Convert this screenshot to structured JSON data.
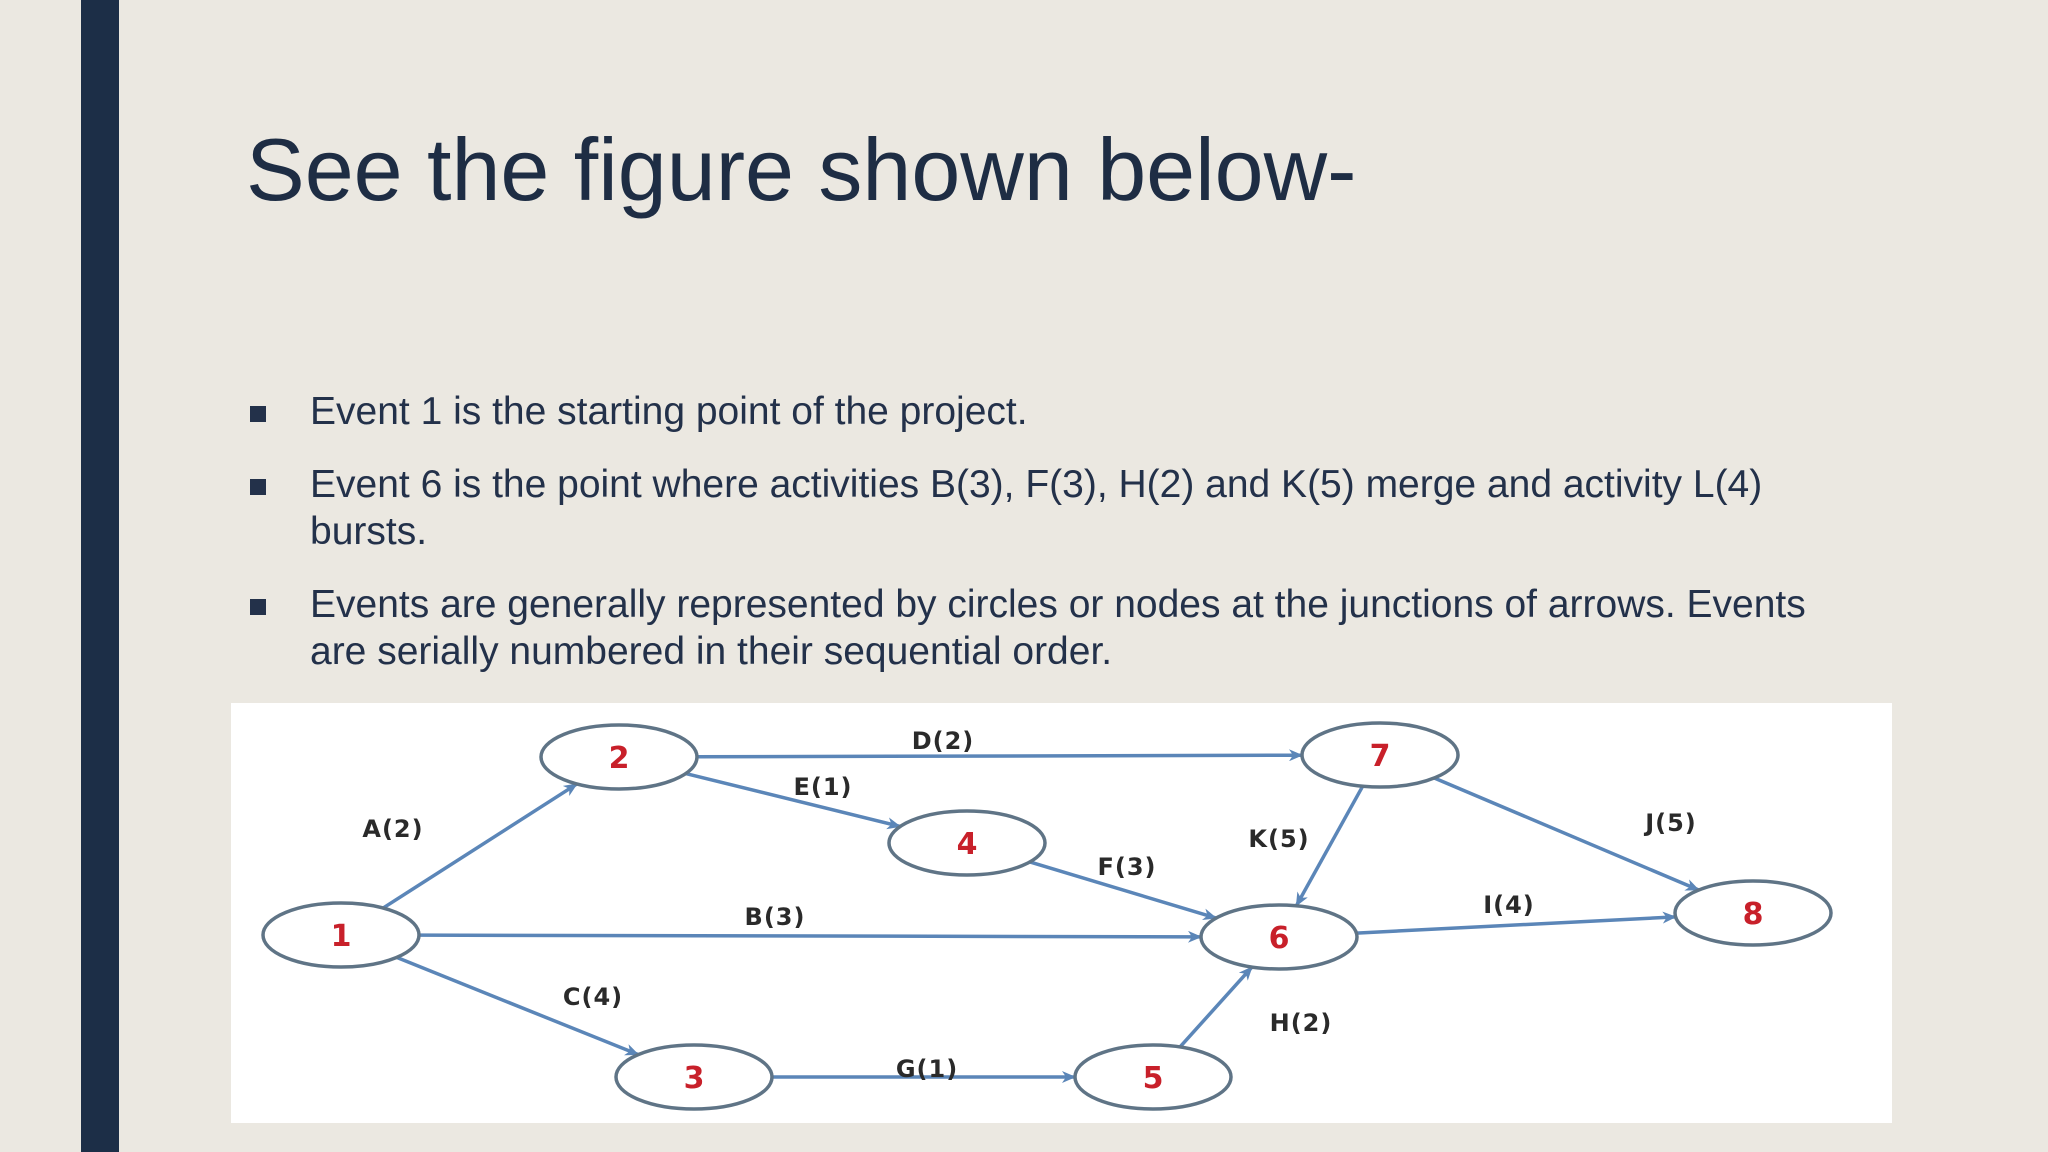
{
  "slide": {
    "title": "See the figure shown below-",
    "bullets": [
      "Event 1 is the starting point of the project.",
      "Event 6 is the point where activities B(3), F(3), H(2) and K(5) merge and activity L(4) bursts.",
      "Events are generally represented by circles or nodes at the junctions of arrows. Events are serially numbered in their sequential order."
    ]
  },
  "network": {
    "nodes": [
      {
        "id": "1",
        "label": "1"
      },
      {
        "id": "2",
        "label": "2"
      },
      {
        "id": "3",
        "label": "3"
      },
      {
        "id": "4",
        "label": "4"
      },
      {
        "id": "5",
        "label": "5"
      },
      {
        "id": "6",
        "label": "6"
      },
      {
        "id": "7",
        "label": "7"
      },
      {
        "id": "8",
        "label": "8"
      }
    ],
    "edges": [
      {
        "from": "1",
        "to": "2",
        "label": "A(2)"
      },
      {
        "from": "1",
        "to": "6",
        "label": "B(3)"
      },
      {
        "from": "1",
        "to": "3",
        "label": "C(4)"
      },
      {
        "from": "2",
        "to": "7",
        "label": "D(2)"
      },
      {
        "from": "2",
        "to": "4",
        "label": "E(1)"
      },
      {
        "from": "4",
        "to": "6",
        "label": "F(3)"
      },
      {
        "from": "3",
        "to": "5",
        "label": "G(1)"
      },
      {
        "from": "5",
        "to": "6",
        "label": "H(2)"
      },
      {
        "from": "6",
        "to": "8",
        "label": "I(4)"
      },
      {
        "from": "7",
        "to": "8",
        "label": "J(5)"
      },
      {
        "from": "7",
        "to": "6",
        "label": "K(5)"
      }
    ],
    "colors": {
      "node_label": "#c8202a",
      "node_border": "#5f7486",
      "arrow": "#5b86b8",
      "edge_label": "#2a2a2a"
    }
  }
}
